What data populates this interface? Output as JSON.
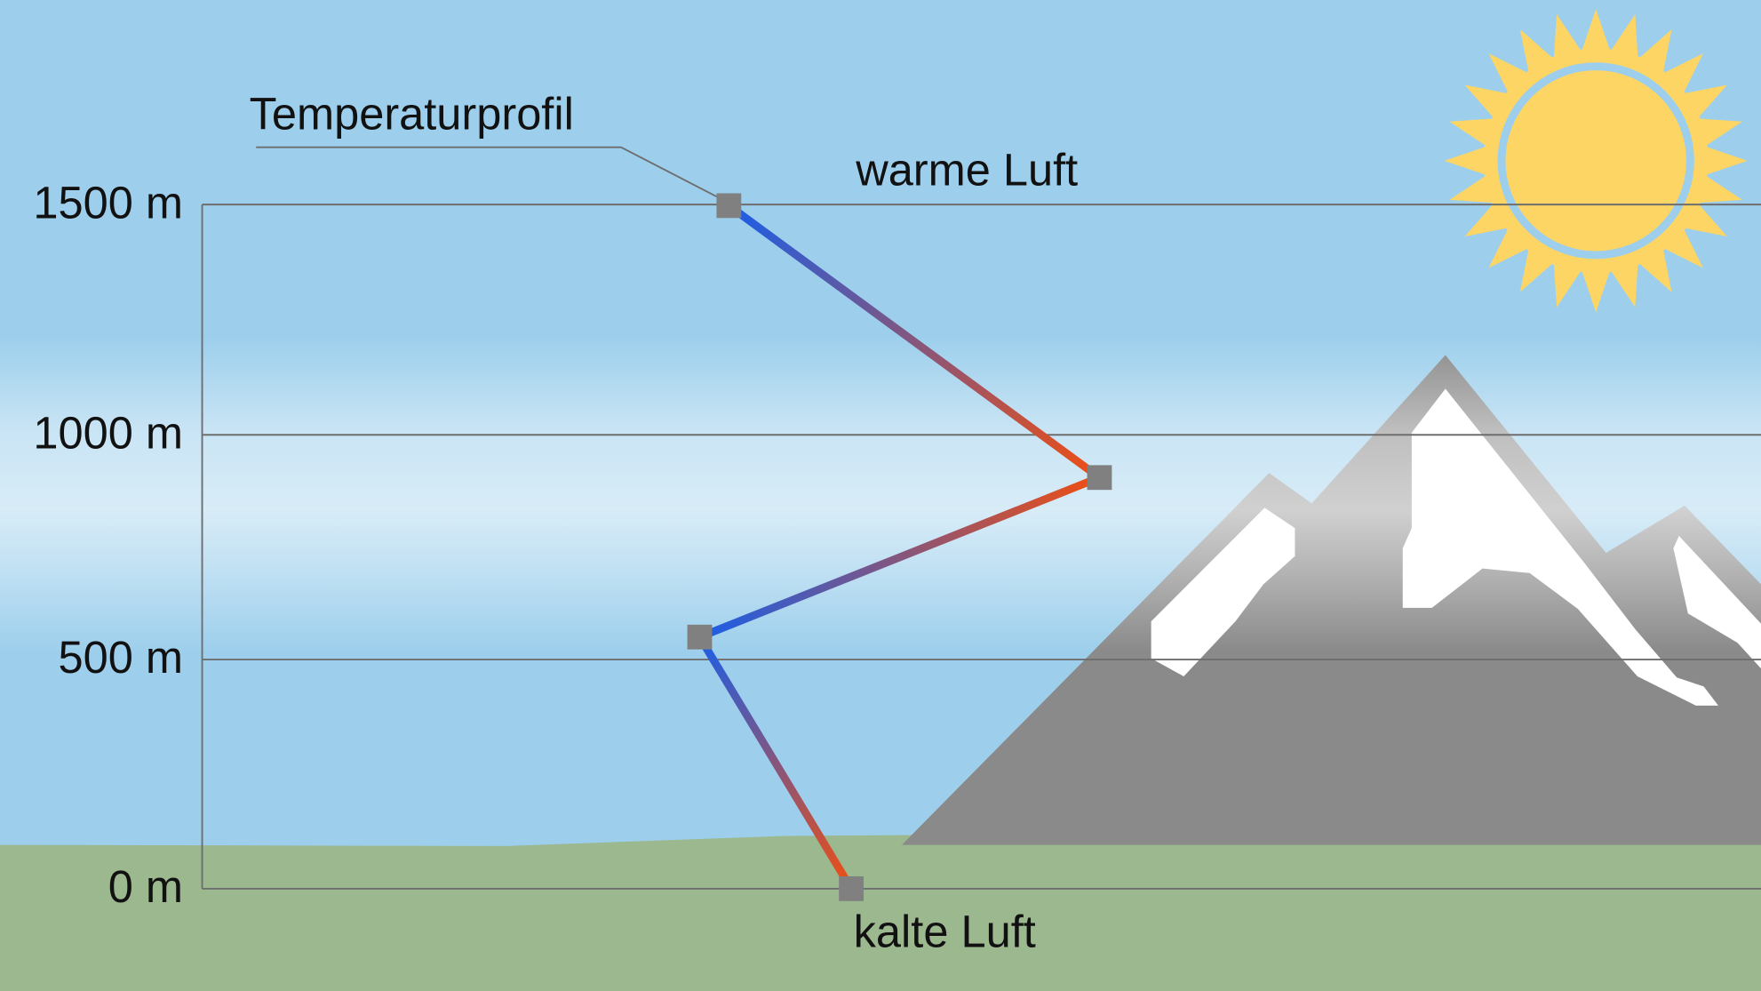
{
  "title": "Temperaturprofil",
  "labels": {
    "warm": "warme Luft",
    "cold": "kalte Luft"
  },
  "axis": {
    "ticks": [
      "0 m",
      "500 m",
      "1000 m",
      "1500 m"
    ]
  },
  "profile_altitudes_m": [
    1500,
    900,
    550,
    0
  ],
  "colors": {
    "sky": "#9dcfec",
    "ground": "#9cb88f",
    "mountain": "#8a8a8a",
    "sun": "#fcd565",
    "cold_line": "#1a5ee8",
    "warm_line": "#f04e12",
    "marker": "#808080"
  }
}
